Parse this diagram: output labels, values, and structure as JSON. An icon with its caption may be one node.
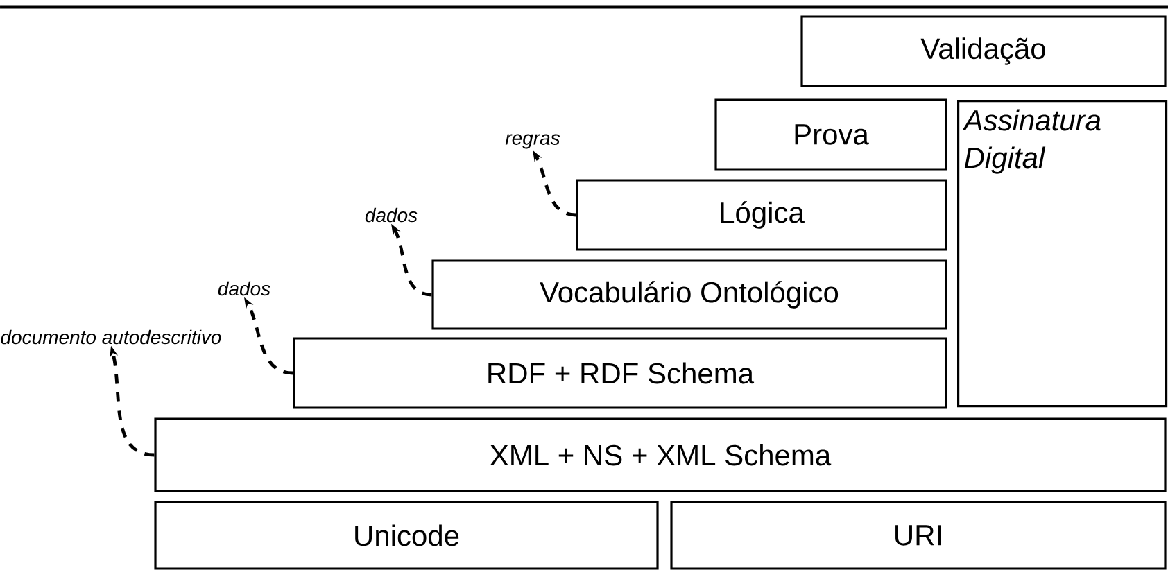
{
  "diagram": {
    "nodes": [
      {
        "text": [
          "Validação"
        ]
      },
      {
        "text": [
          "Prova"
        ]
      },
      {
        "text": [
          "Assinatura Digital"
        ]
      },
      {
        "text": [
          "Lógica"
        ]
      },
      {
        "text": [
          "Vocabulário Ontológico"
        ]
      },
      {
        "text": [
          "RDF + RDF Schema"
        ]
      },
      {
        "text": [
          "XML + NS + XML Schema"
        ]
      },
      {
        "text": [
          "Unicode"
        ]
      },
      {
        "text": [
          "URI"
        ]
      },
      {
        "text": [
          "documento autodescritivo"
        ]
      },
      {
        "text": [
          "dados"
        ]
      },
      {
        "text": [
          "dados"
        ]
      },
      {
        "text": [
          "regras"
        ]
      }
    ],
    "edges": [
      {
        "from": 6,
        "to": 9,
        "arrow": "to",
        "style": "dashed"
      },
      {
        "from": 5,
        "to": 10,
        "arrow": "to",
        "style": "dashed"
      },
      {
        "from": 4,
        "to": 11,
        "arrow": "to",
        "style": "dashed"
      },
      {
        "from": 3,
        "to": 12,
        "arrow": "to",
        "style": "dashed"
      }
    ]
  }
}
